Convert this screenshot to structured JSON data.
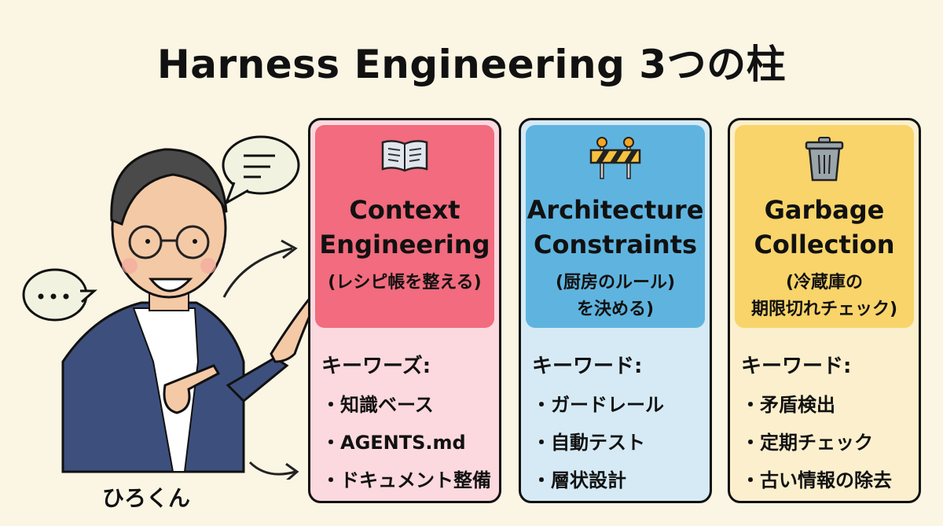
{
  "title": "Harness Engineering 3つの柱",
  "presenter": {
    "name": "ひろくん",
    "speech_bubbles": [
      "lines-bubble",
      "ellipsis-bubble"
    ],
    "ellipsis": "…"
  },
  "colors": {
    "background": "#fbf5e4",
    "pillar1_top": "#f26b7e",
    "pillar1_bottom": "#fbd9de",
    "pillar2_top": "#5fb4df",
    "pillar2_bottom": "#d5eaf5",
    "pillar3_top": "#f8d46a",
    "pillar3_bottom": "#fbefcd",
    "jacket": "#3d4f7c"
  },
  "pillars": [
    {
      "icon": "open-book-icon",
      "heading_line1": "Context",
      "heading_line2": "Engineering",
      "sub_line1": "(レシピ帳を整える)",
      "sub_line2": "",
      "keyword_label": "キーワーズ:",
      "keywords": [
        "知識ベース",
        "AGENTS.md",
        "ドキュメント整備"
      ]
    },
    {
      "icon": "barrier-icon",
      "heading_line1": "Architecture",
      "heading_line2": "Constraints",
      "sub_line1": "(厨房のルール)",
      "sub_line2": "を決める)",
      "keyword_label": "キーワード:",
      "keywords": [
        "ガードレール",
        "自動テスト",
        "層状設計"
      ]
    },
    {
      "icon": "trash-can-icon",
      "heading_line1": "Garbage",
      "heading_line2": "Collection",
      "sub_line1": "(冷蔵庫の",
      "sub_line2": "期限切れチェック)",
      "keyword_label": "キーワード:",
      "keywords": [
        "矛盾検出",
        "定期チェック",
        "古い情報の除去"
      ]
    }
  ]
}
